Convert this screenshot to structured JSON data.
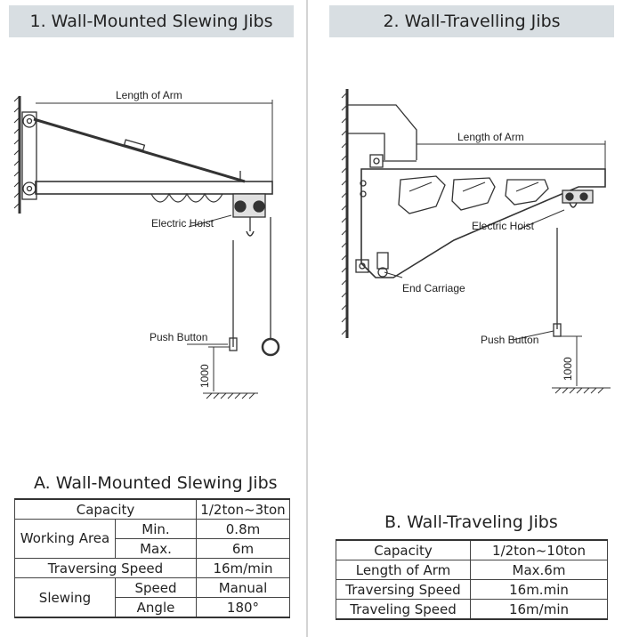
{
  "left": {
    "header": "1. Wall-Mounted Slewing Jibs",
    "drawing_labels": {
      "length_of_arm": "Length of Arm",
      "electric_hoist": "Electric Hoist",
      "push_button": "Push Button",
      "height": "1000"
    },
    "table_title": "A. Wall-Mounted Slewing Jibs",
    "table": {
      "capacity": {
        "label": "Capacity",
        "value": "1/2ton~3ton"
      },
      "working_area": {
        "label": "Working Area",
        "min_label": "Min.",
        "min_value": "0.8m",
        "max_label": "Max.",
        "max_value": "6m"
      },
      "traversing_speed": {
        "label": "Traversing Speed",
        "value": "16m/min"
      },
      "slewing": {
        "label": "Slewing",
        "speed_label": "Speed",
        "speed_value": "Manual",
        "angle_label": "Angle",
        "angle_value": "180°"
      }
    }
  },
  "right": {
    "header": "2. Wall-Travelling Jibs",
    "drawing_labels": {
      "length_of_arm": "Length of Arm",
      "electric_hoist": "Electric Hoist",
      "end_carriage": "End Carriage",
      "push_button": "Push Button",
      "height": "1000"
    },
    "table_title": "B. Wall-Traveling Jibs",
    "table": {
      "rows": [
        {
          "label": "Capacity",
          "value": "1/2ton~10ton"
        },
        {
          "label": "Length of Arm",
          "value": "Max.6m"
        },
        {
          "label": "Traversing Speed",
          "value": "16m.min"
        },
        {
          "label": "Traveling Speed",
          "value": "16m/min"
        }
      ]
    }
  }
}
